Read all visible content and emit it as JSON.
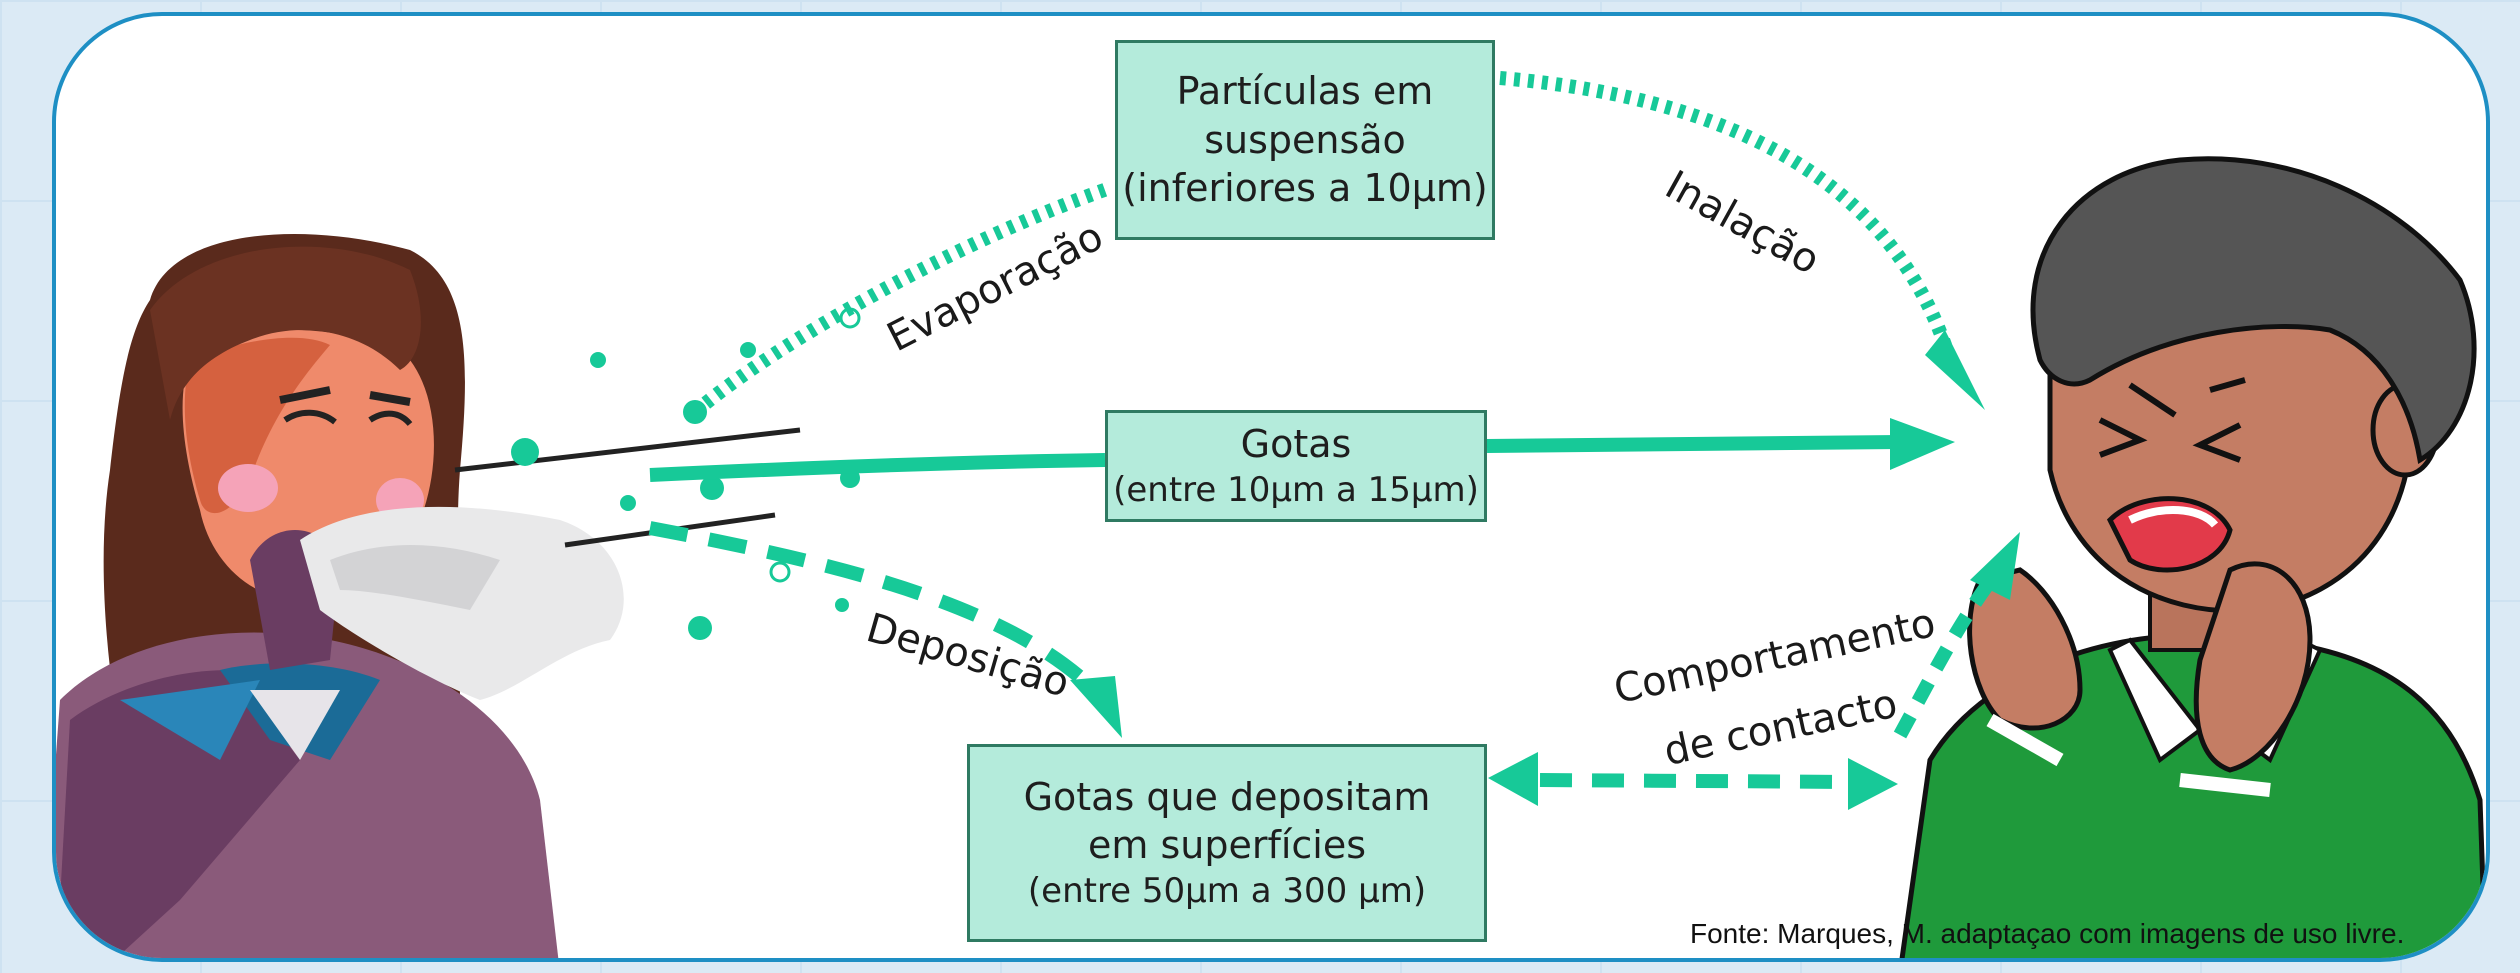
{
  "boxes": {
    "suspended": {
      "line1": "Partículas em",
      "line2": "suspensão",
      "line3": "(inferiores a 10µm)"
    },
    "drops": {
      "line1": "Gotas",
      "line2": "(entre 10µm a 15µm)"
    },
    "surface": {
      "line1": "Gotas que depositam",
      "line2": "em superfícies",
      "line3": "(entre 50µm a 300 µm)"
    }
  },
  "labels": {
    "evaporation": "Evaporação",
    "inhalation": "Inalação",
    "deposition": "Deposição",
    "contact_line1": "Comportamento",
    "contact_line2": "de contacto"
  },
  "source": "Fonte: Marques, M. adaptaçao com imagens de uso livre.",
  "colors": {
    "arrow": "#17c998",
    "box_fill": "#b4ebdb",
    "box_border": "#2f7a62",
    "frame": "#1e8fc4"
  },
  "illustrations": {
    "left": "sneezing-woman-illustration",
    "right": "coughing-man-illustration"
  }
}
